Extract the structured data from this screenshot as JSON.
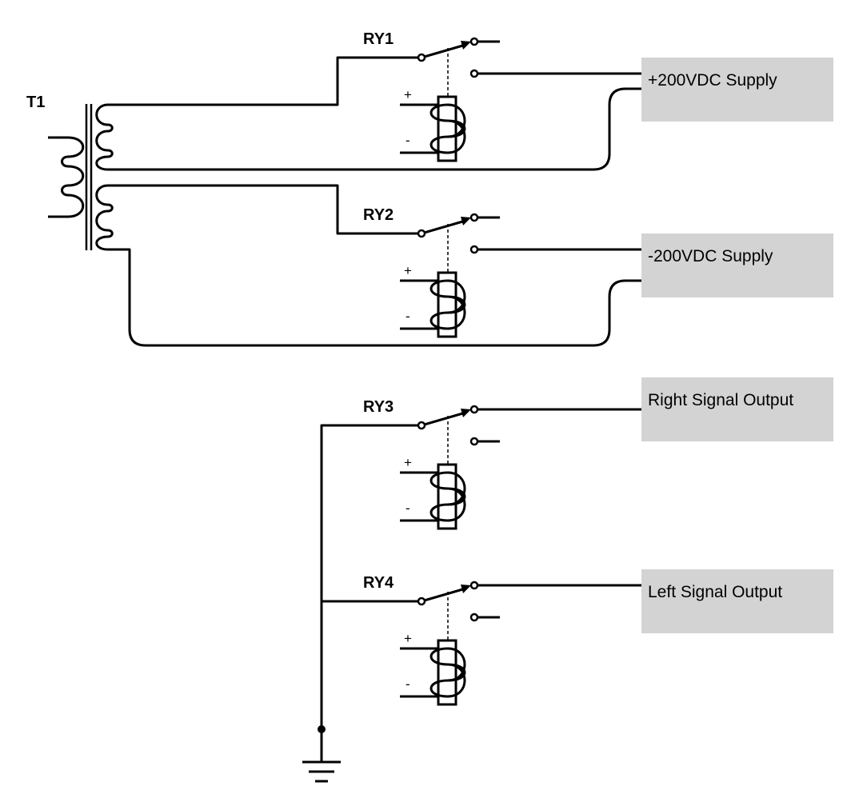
{
  "transformer": {
    "label": "T1"
  },
  "relays": [
    {
      "label": "RY1",
      "plus": "+",
      "minus": "-"
    },
    {
      "label": "RY2",
      "plus": "+",
      "minus": "-"
    },
    {
      "label": "RY3",
      "plus": "+",
      "minus": "-"
    },
    {
      "label": "RY4",
      "plus": "+",
      "minus": "-"
    }
  ],
  "outputs": [
    {
      "label": "+200VDC Supply"
    },
    {
      "label": "-200VDC Supply"
    },
    {
      "label": "Right Signal Output"
    },
    {
      "label": "Left Signal Output"
    }
  ],
  "colors": {
    "line": "#000000",
    "box_fill": "#d3d3d3",
    "background": "#ffffff"
  }
}
